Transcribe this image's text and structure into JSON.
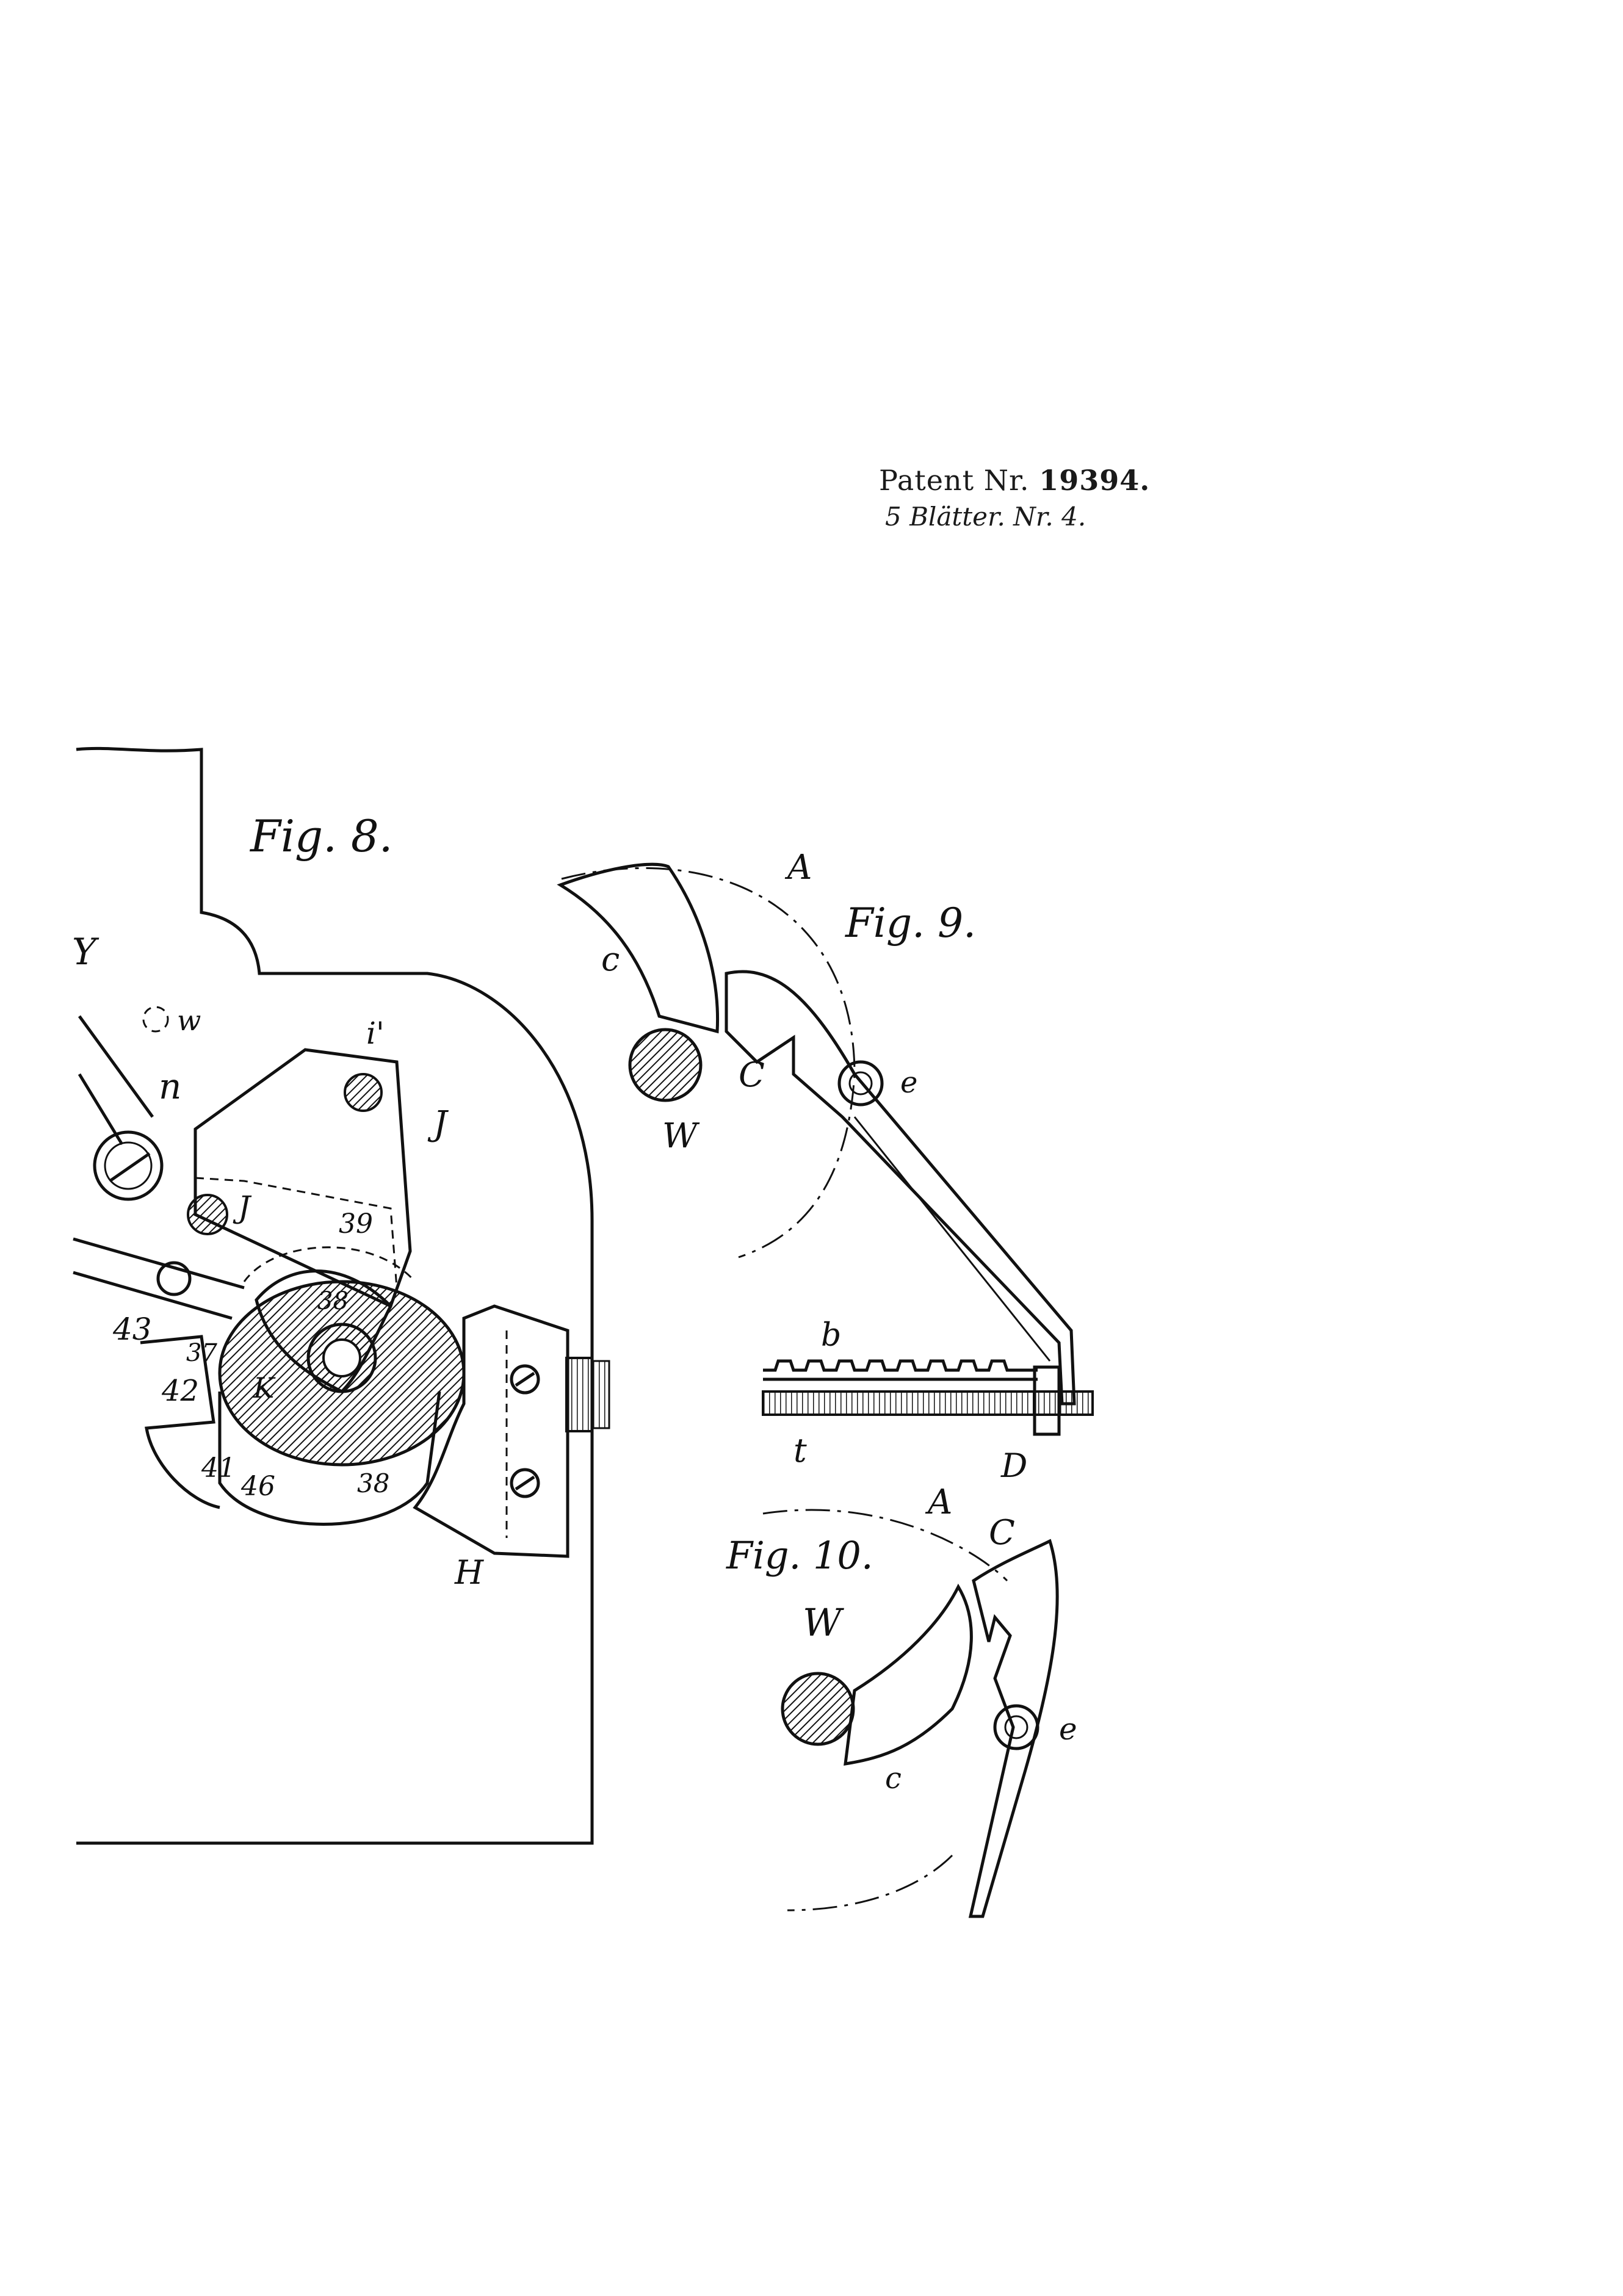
{
  "header": {
    "patent_label": "Patent Nr.",
    "patent_number": "19394.",
    "sheets_line": "5 Blätter. Nr. 4."
  },
  "figures": {
    "fig8": {
      "title": "Fig. 8.",
      "labels": {
        "i_prime": "i'",
        "J_upper": "J",
        "n": "n",
        "w": "w",
        "j": "J",
        "n39": "39",
        "n38a": "38",
        "n37": "37",
        "n43": "43",
        "n42": "42",
        "K": "K",
        "n41": "41",
        "n46": "46",
        "n38b": "38",
        "H": "H",
        "edge": "Y"
      }
    },
    "fig9": {
      "title": "Fig. 9.",
      "labels": {
        "A": "A",
        "c": "c",
        "C": "C",
        "e": "e",
        "W": "W",
        "b": "b",
        "t": "t",
        "D": "D"
      }
    },
    "fig10": {
      "title": "Fig. 10.",
      "labels": {
        "A": "A",
        "C": "C",
        "W": "W",
        "e": "e",
        "c": "c"
      }
    }
  },
  "colors": {
    "ink": "#111111",
    "paper": "#ffffff"
  }
}
